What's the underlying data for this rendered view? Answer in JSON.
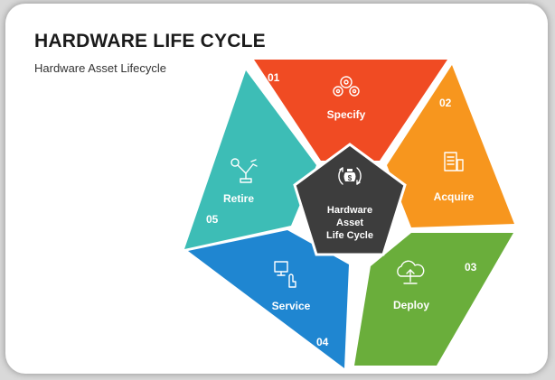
{
  "header": {
    "title": "HARDWARE LIFE CYCLE",
    "subtitle": "Hardware Asset Lifecycle"
  },
  "center": {
    "line1": "Hardware",
    "line2": "Asset",
    "line3": "Life Cycle",
    "icon": "money-bag-gear-icon",
    "color": "#3d3d3d"
  },
  "stages": [
    {
      "number": "01",
      "label": "Specify",
      "icon": "gears-icon",
      "color": "#f04b23"
    },
    {
      "number": "02",
      "label": "Acquire",
      "icon": "document-server-icon",
      "color": "#f7961e"
    },
    {
      "number": "03",
      "label": "Deploy",
      "icon": "cloud-upload-icon",
      "color": "#6aae3b"
    },
    {
      "number": "04",
      "label": "Service",
      "icon": "monitor-hand-icon",
      "color": "#1f86d1"
    },
    {
      "number": "05",
      "label": "Retire",
      "icon": "robot-arm-icon",
      "color": "#3dbdb6"
    }
  ]
}
